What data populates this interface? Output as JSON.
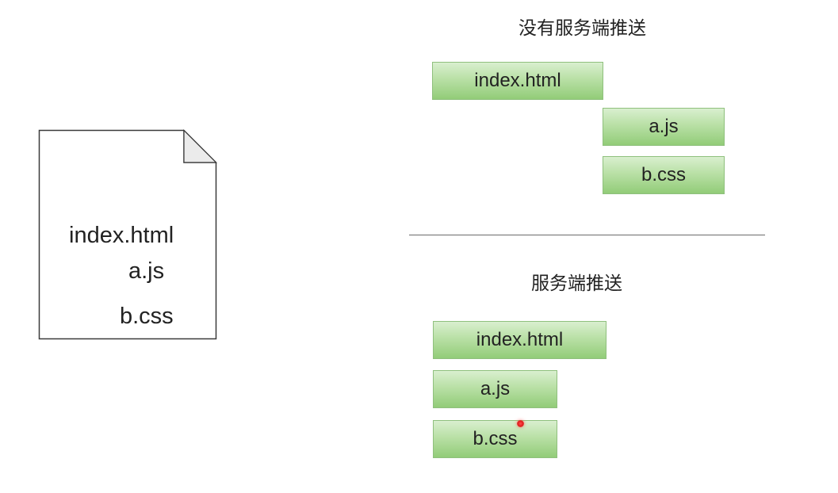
{
  "document": {
    "files": [
      "index.html",
      "a.js",
      "b.css"
    ]
  },
  "without_push": {
    "title": "没有服务端推送",
    "bars": [
      "index.html",
      "a.js",
      "b.css"
    ]
  },
  "with_push": {
    "title": "服务端推送",
    "bars": [
      "index.html",
      "a.js",
      "b.css"
    ]
  },
  "colors": {
    "bar_fill_top": "#d9efcf",
    "bar_fill_bottom": "#92cc78",
    "bar_border": "#8fc07d",
    "cursor": "#e01c1c"
  }
}
